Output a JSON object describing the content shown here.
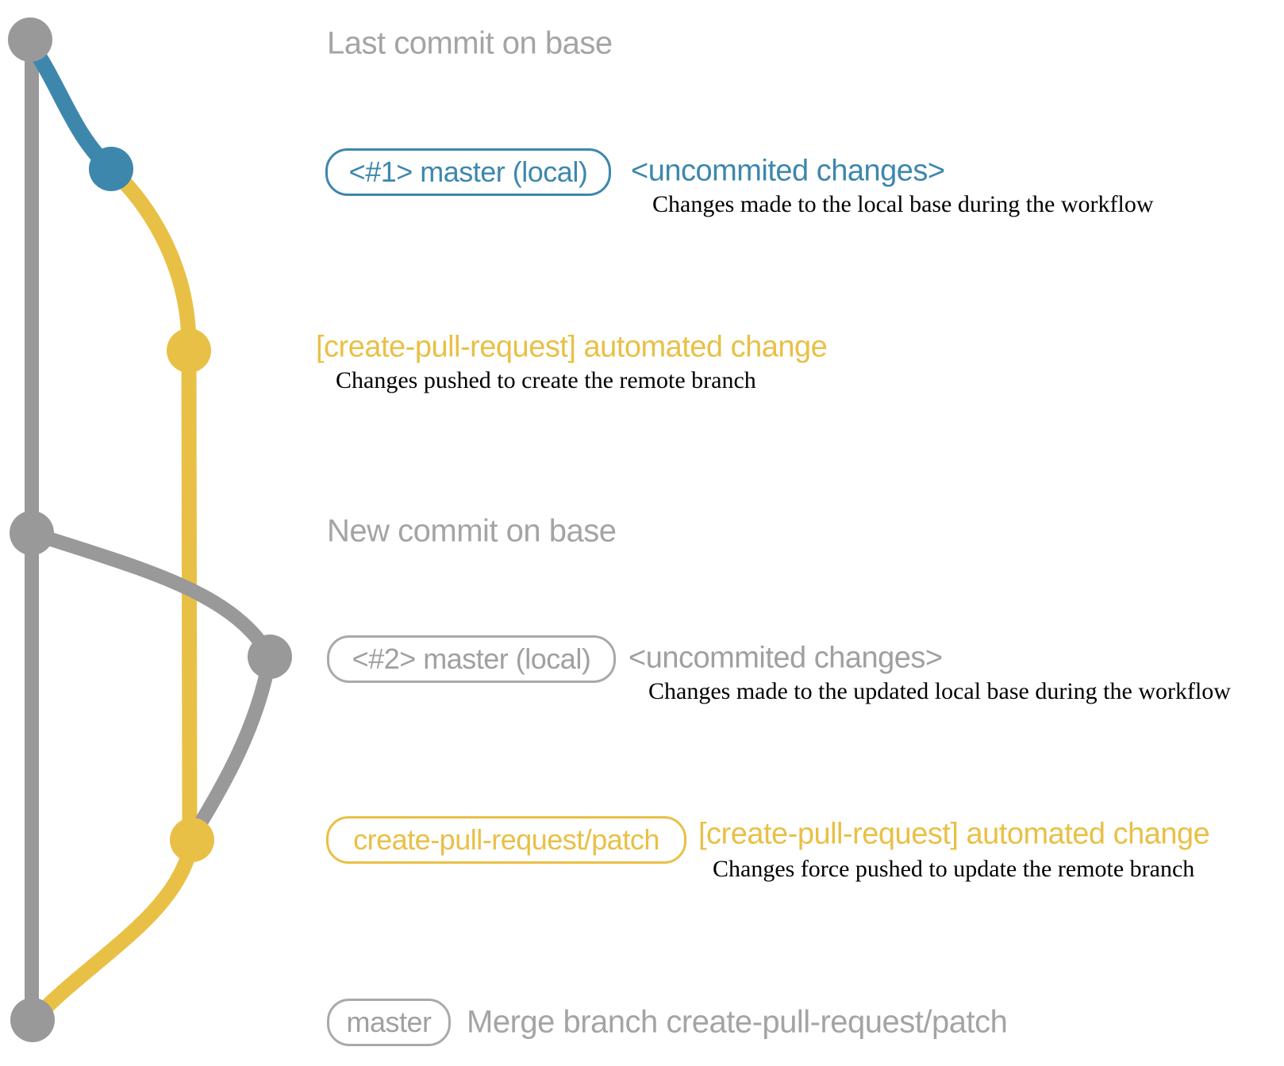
{
  "colors": {
    "base_gray": "#999999",
    "label_gray": "#a4a4a4",
    "badge_border_gray": "#a9a9a9",
    "branch_blue": "#3d87ad",
    "branch_yellow": "#e9c046",
    "desc_black": "#000000",
    "background": "#ffffff"
  },
  "graph": {
    "type": "git-branch-graph",
    "branches": [
      {
        "name": "base",
        "color": "#999999"
      },
      {
        "name": "master (local)",
        "color": "#3d87ad"
      },
      {
        "name": "create-pull-request/patch",
        "color": "#e9c046"
      }
    ],
    "commits": [
      {
        "id": "last-commit-on-base",
        "branch": "base"
      },
      {
        "id": "uncommited-changes-1",
        "branch": "master (local)"
      },
      {
        "id": "automated-change-1",
        "branch": "create-pull-request/patch"
      },
      {
        "id": "new-commit-on-base",
        "branch": "base"
      },
      {
        "id": "uncommited-changes-2",
        "branch": "master (local)"
      },
      {
        "id": "automated-change-2",
        "branch": "create-pull-request/patch"
      },
      {
        "id": "merge-commit",
        "branch": "base"
      }
    ]
  },
  "rows": {
    "last_commit": {
      "label": "Last commit on base"
    },
    "local1": {
      "badge": "<#1> master (local)",
      "title": "<uncommited changes>",
      "desc": "Changes made to the local base during the workflow"
    },
    "push1": {
      "title": "[create-pull-request] automated change",
      "desc": "Changes pushed to create the remote branch"
    },
    "new_commit": {
      "label": "New commit on base"
    },
    "local2": {
      "badge": "<#2> master (local)",
      "title": "<uncommited changes>",
      "desc": "Changes made to the updated local base during the workflow"
    },
    "push2": {
      "badge": "create-pull-request/patch",
      "title": "[create-pull-request] automated change",
      "desc": "Changes force pushed to update the remote branch"
    },
    "merge": {
      "badge": "master",
      "title": "Merge branch create-pull-request/patch"
    }
  }
}
